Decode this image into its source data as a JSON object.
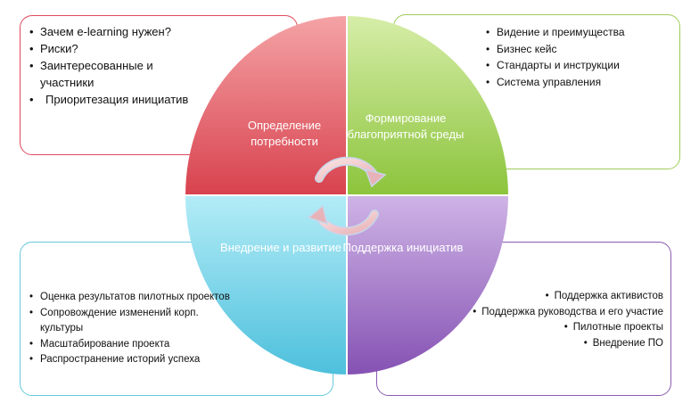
{
  "quadrants": {
    "q1": {
      "label": "Определение потребности",
      "color": "#d94f59"
    },
    "q2": {
      "label": "Формирование благоприятной среды",
      "color": "#92c843"
    },
    "q3": {
      "label": "Внедрение и развитие",
      "color": "#6dcde6"
    },
    "q4": {
      "label": "Поддержка инициатив",
      "color": "#9a6fc0"
    }
  },
  "boxes": {
    "top_left": {
      "items": [
        "Зачем e-learning нужен?",
        "Риски?",
        "Заинтересованные и участники",
        "Приоритезация инициатив"
      ]
    },
    "top_right": {
      "items": [
        "Видение и преимущества",
        "Бизнес кейс",
        "Стандарты и инструкции",
        "Система управления"
      ]
    },
    "bottom_left": {
      "items": [
        "Оценка результатов пилотных проектов",
        "Сопровождение изменений корп. культуры",
        "Масштабирование проекта",
        "Распространение историй успеха"
      ]
    },
    "bottom_right": {
      "items": [
        "Поддержка активистов",
        "Поддержка руководства и его участие",
        "Пилотные проекты",
        "Внедрение ПО"
      ]
    }
  },
  "bullet_symbol": "•",
  "center_icon": "cycle-arrows-icon"
}
